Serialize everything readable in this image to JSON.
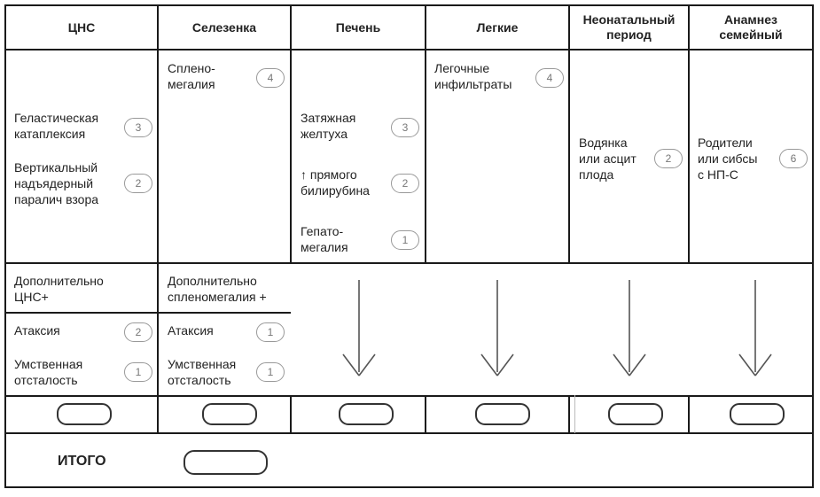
{
  "headers": [
    "ЦНС",
    "Селезенка",
    "Печень",
    "Легкие",
    "Неонатальный\nпериод",
    "Анамнез\nсемейный"
  ],
  "cns": {
    "items": [
      {
        "text": "Геластическая\nкатаплексия",
        "score": "3"
      },
      {
        "text": "Вертикальный\nнадъядерный\nпаралич взора",
        "score": "2"
      }
    ],
    "extra_title": "Дополнительно\nЦНС+",
    "extra_items": [
      {
        "text": "Атаксия",
        "score": "2"
      },
      {
        "text": "Умственная\nотсталость",
        "score": "1"
      }
    ]
  },
  "spleen": {
    "items": [
      {
        "text": "Сплено-\nмегалия",
        "score": "4"
      }
    ],
    "extra_title": "Дополнительно\nспленомегалия +",
    "extra_items": [
      {
        "text": "Атаксия",
        "score": "1"
      },
      {
        "text": "Умственная\nотсталость",
        "score": "1"
      }
    ]
  },
  "liver": {
    "items": [
      {
        "text": "Затяжная\nжелтуха",
        "score": "3"
      },
      {
        "text": "↑ прямого\nбилирубина",
        "score": "2"
      },
      {
        "text": "Гепато-\nмегалия",
        "score": "1"
      }
    ]
  },
  "lungs": {
    "items": [
      {
        "text": "Легочные\nинфильтраты",
        "score": "4"
      }
    ]
  },
  "neonatal": {
    "items": [
      {
        "text": "Водянка\nили асцит\nплода",
        "score": "2"
      }
    ]
  },
  "family": {
    "items": [
      {
        "text": "Родители\nили сибсы\nс НП-С",
        "score": "6"
      }
    ]
  },
  "total_label": "ИТОГО"
}
